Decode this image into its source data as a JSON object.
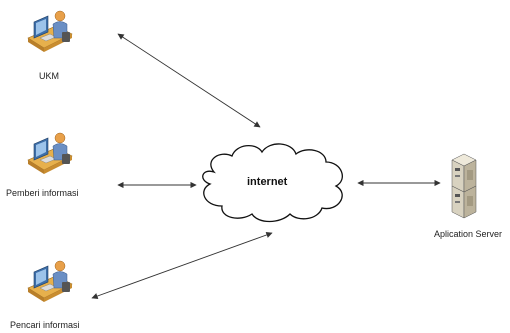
{
  "nodes": {
    "ukm": {
      "label": "UKM",
      "icon": "user-at-computer-icon"
    },
    "pemberi": {
      "label": "Pemberi informasi",
      "icon": "user-at-computer-icon"
    },
    "pencari": {
      "label": "Pencari informasi",
      "icon": "user-at-computer-icon"
    },
    "internet": {
      "label": "internet",
      "icon": "cloud-icon"
    },
    "server": {
      "label": "Aplication Server",
      "icon": "server-icon"
    }
  },
  "connections": [
    {
      "from": "ukm",
      "to": "internet",
      "arrows": "both"
    },
    {
      "from": "pemberi",
      "to": "internet",
      "arrows": "both"
    },
    {
      "from": "pencari",
      "to": "internet",
      "arrows": "both"
    },
    {
      "from": "internet",
      "to": "server",
      "arrows": "both"
    }
  ],
  "colors": {
    "line": "#333333",
    "person_skin": "#e8a04a",
    "person_shirt": "#6b8fc4",
    "desk": "#e7b04c",
    "monitor": "#3d6ea8",
    "server_body": "#d8d2c0"
  }
}
